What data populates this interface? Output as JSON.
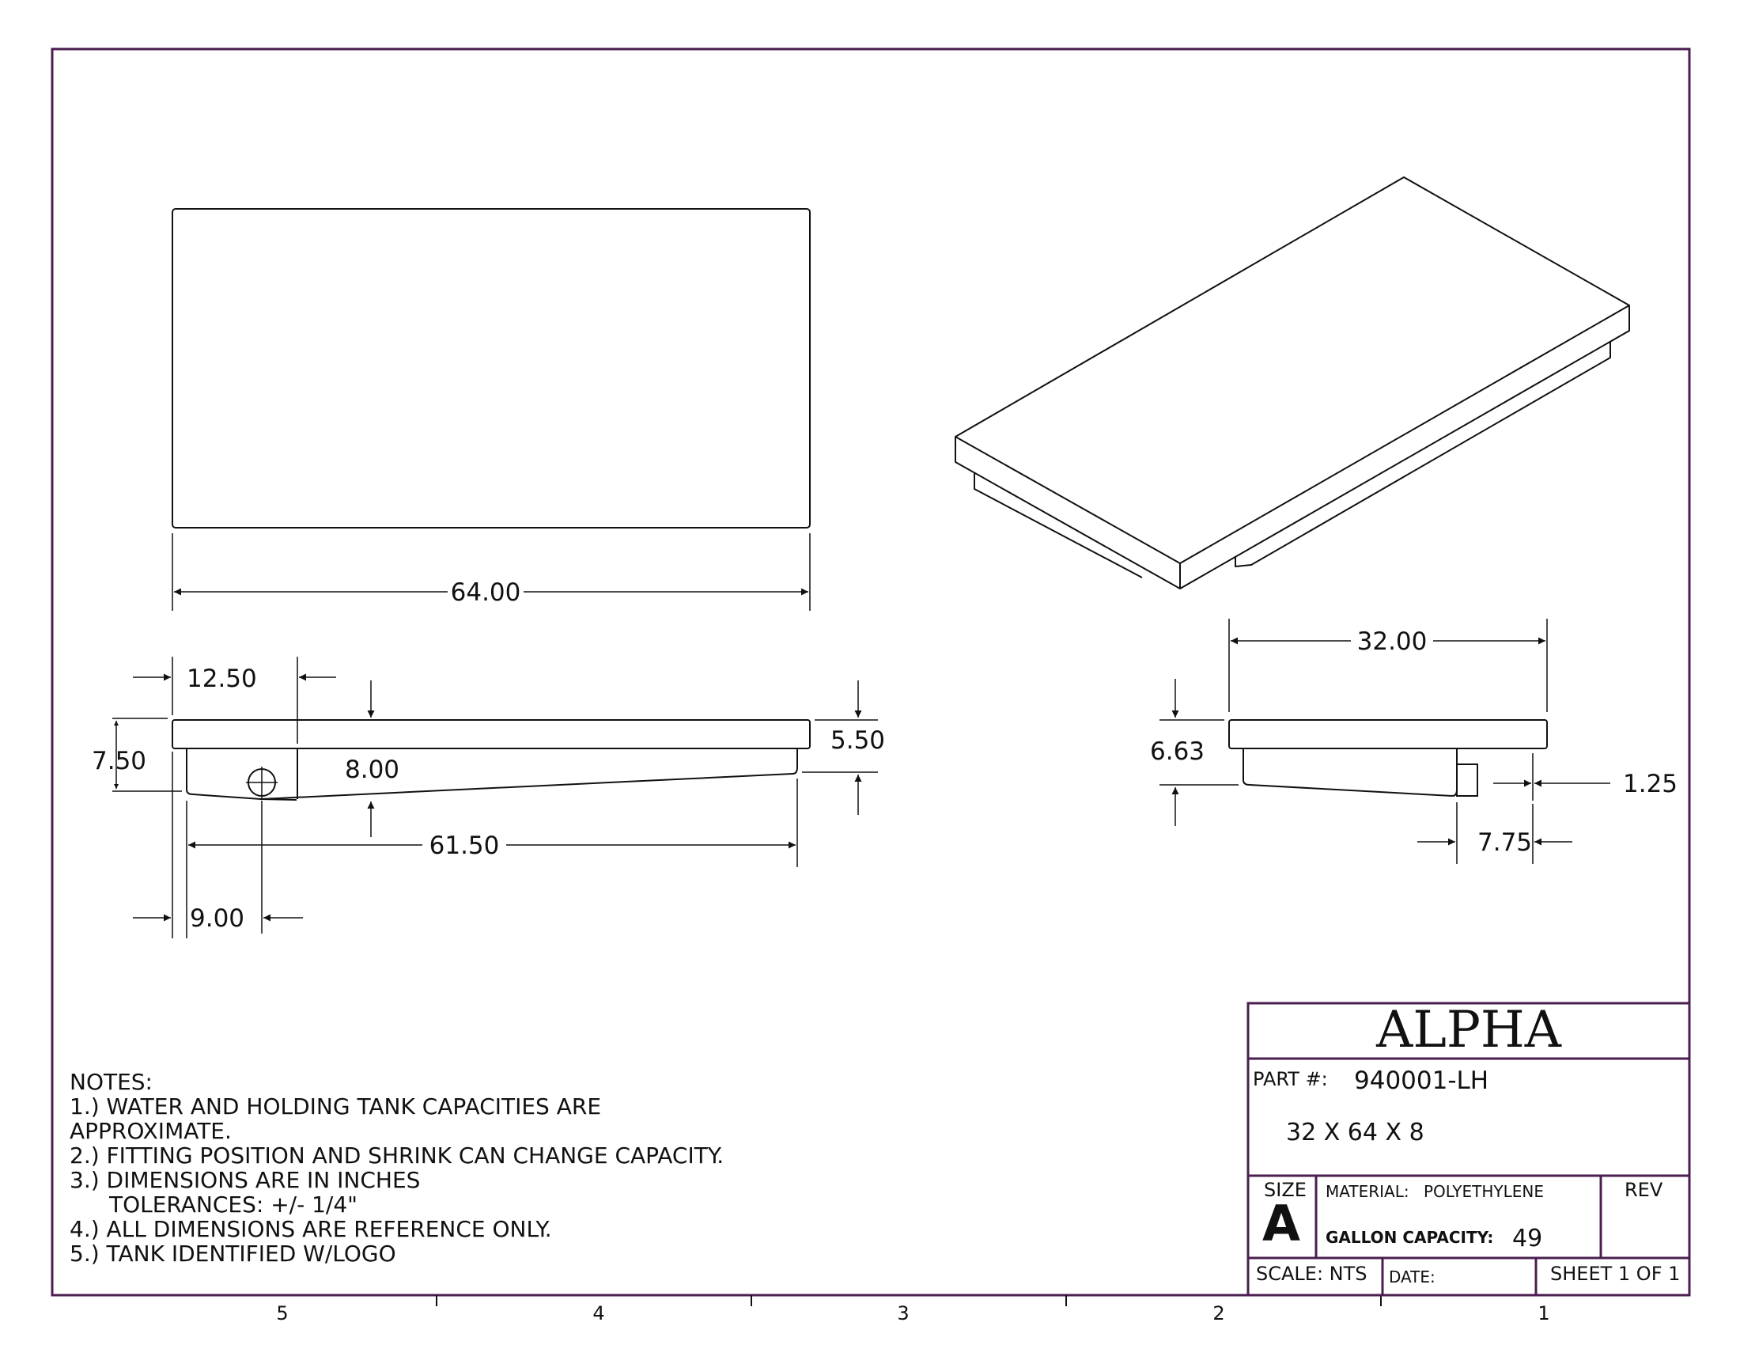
{
  "drawing": {
    "dimensions": {
      "top_length": "64.00",
      "inset_start": "12.50",
      "overall_height": "7.50",
      "fitting_height": "8.00",
      "right_height": "5.50",
      "bottom_length": "61.50",
      "fitting_offset": "9.00",
      "width": "32.00",
      "side_height": "6.63",
      "flange": "1.25",
      "side_offset": "7.75"
    },
    "bottom_ruler": [
      "5",
      "4",
      "3",
      "2",
      "1"
    ]
  },
  "notes": {
    "title": "NOTES:",
    "lines": [
      "1.) WATER AND HOLDING TANK CAPACITIES ARE",
      "APPROXIMATE.",
      "2.) FITTING POSITION AND SHRINK CAN CHANGE CAPACITY.",
      "3.) DIMENSIONS ARE IN INCHES",
      "TOLERANCES: +/- 1/4\"",
      "4.) ALL DIMENSIONS ARE REFERENCE ONLY.",
      "5.) TANK IDENTIFIED W/LOGO"
    ]
  },
  "title_block": {
    "company": "ALPHA",
    "part_label": "PART #:",
    "part_number": "940001-LH",
    "description": "32 X 64 X 8",
    "size_label": "SIZE",
    "size_value": "A",
    "material_label": "MATERIAL:",
    "material_value": "POLYETHYLENE",
    "rev_label": "REV",
    "capacity_label": "GALLON CAPACITY:",
    "capacity_value": "49",
    "scale": "SCALE: NTS",
    "date_label": "DATE:",
    "sheet": "SHEET 1 OF 1"
  },
  "colors": {
    "border": "#4a1f4f",
    "ink": "#111111"
  }
}
